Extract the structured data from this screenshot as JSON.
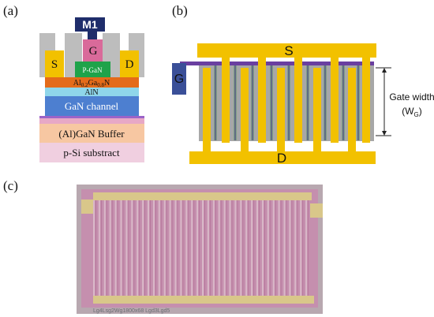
{
  "panel_a": {
    "label": "(a)",
    "m1": "M1",
    "gate": "G",
    "source": "S",
    "drain": "D",
    "pgan": "P-GaN",
    "algan_base": "Al",
    "algan_sub1": "0.2",
    "algan_mid": "Ga",
    "algan_sub2": "0.8",
    "algan_end": "N",
    "aln": "AlN",
    "channel": "GaN channel",
    "buffer": "(Al)GaN Buffer",
    "substrate": "p-Si substract"
  },
  "panel_b": {
    "label": "(b)",
    "source": "S",
    "gate": "G",
    "drain": "D",
    "gate_width_label": "Gate width",
    "gate_width_sym": "(W",
    "gate_width_sub": "G",
    "gate_width_close": ")"
  },
  "panel_c": {
    "label": "(c)",
    "caption": "Lg4Lsg2Wg1800x68 Lgd3Lgd5"
  },
  "colors": {
    "contact_yellow": "#f2c100",
    "gate_pink": "#d96a9a",
    "m1_navy": "#1f2d6b",
    "pgan_green": "#1fa34a",
    "algan_orange": "#e46b1a",
    "aln_cyan": "#8fd6ea",
    "gan_blue": "#4d7fd0",
    "buffer_peach": "#f7c7a2",
    "substrate_pink": "#f0cfe0",
    "finger_grey": "#a7a7a7",
    "gate_line_purple": "#6a3fa0"
  }
}
